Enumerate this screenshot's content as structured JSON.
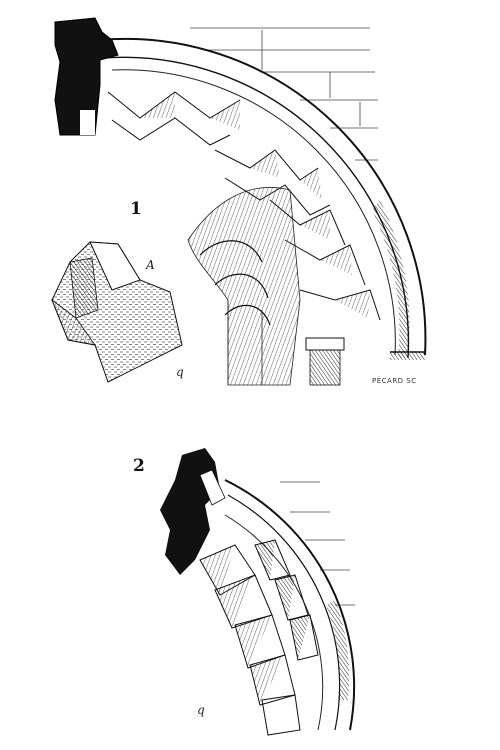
{
  "figures": [
    {
      "number": "1",
      "detail_letter": "A",
      "monogram": "q"
    },
    {
      "number": "2",
      "monogram": "q"
    }
  ],
  "engraver_signature": "PÉCARD SC",
  "colors": {
    "ink": "#111111",
    "paper": "#ffffff"
  }
}
